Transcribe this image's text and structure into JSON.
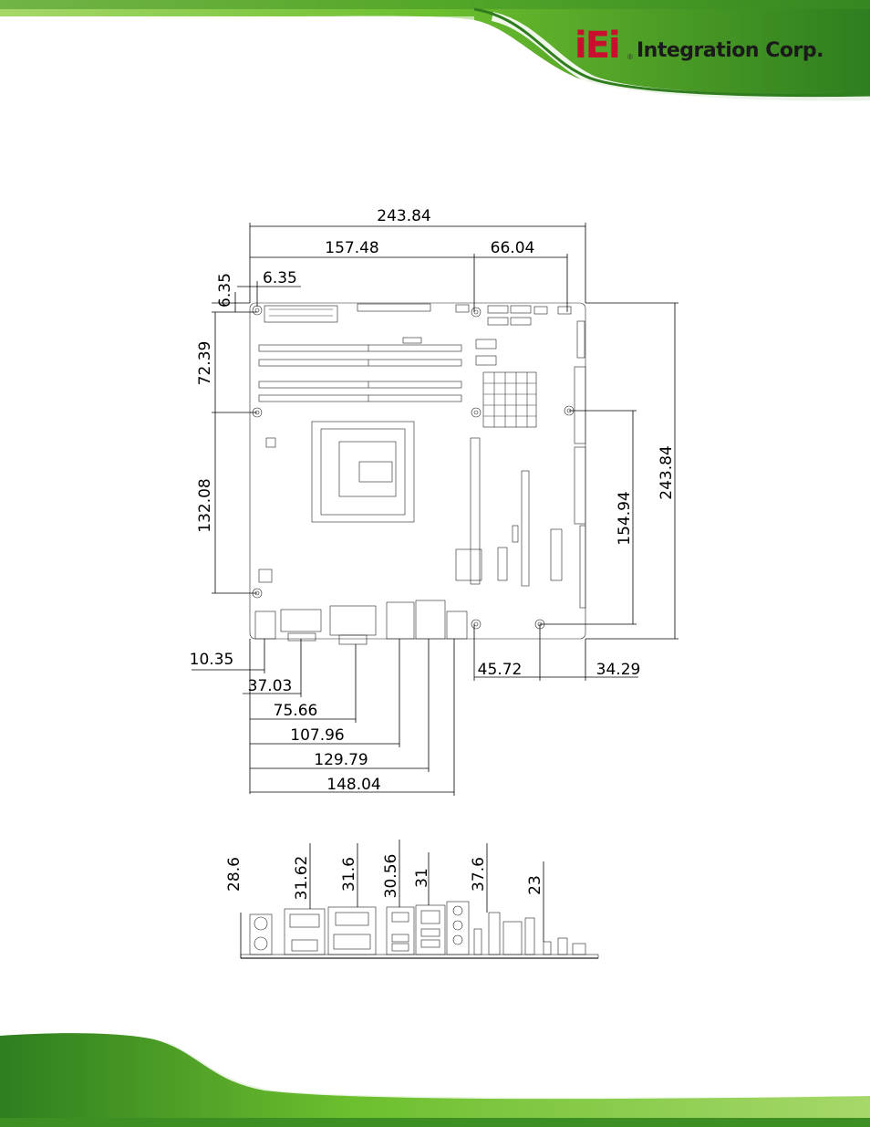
{
  "brand": {
    "logo_mark": "iEi",
    "logo_text": "Integration Corp.",
    "logo_reg": "®",
    "colors": {
      "green": "#6cbf2e",
      "dark_green": "#2f7d1f",
      "logo_red": "#c8102e"
    }
  },
  "top_view": {
    "total_width": "243.84",
    "width_to_hole_a": "157.48",
    "hole_a_to_hole_b": "66.04",
    "left_hole_offset_x": "6.35",
    "top_hole_offset_y": "6.35",
    "left_hole_gap_1": "72.39",
    "left_hole_gap_2": "132.08",
    "total_height": "243.84",
    "right_hole_gap": "154.94",
    "bottom_hole_gap": "45.72",
    "bottom_right_edge": "34.29",
    "io_offsets": [
      "10.35",
      "37.03",
      "75.66",
      "107.96",
      "129.79",
      "148.04"
    ]
  },
  "io_heights": [
    "28.6",
    "31.62",
    "31.6",
    "30.56",
    "31",
    "37.6",
    "23"
  ]
}
